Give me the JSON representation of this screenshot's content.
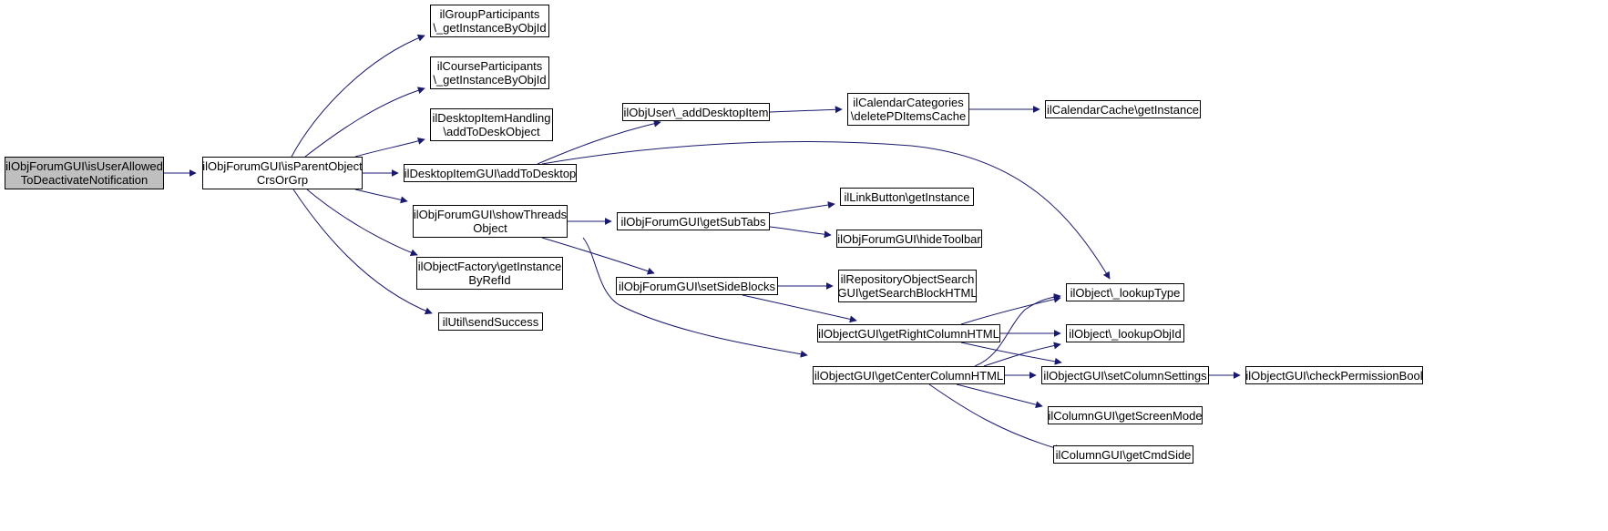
{
  "colors": {
    "edge": "#191970",
    "root_fill": "#bfbfbf",
    "node_fill": "#ffffff",
    "border": "#000000"
  },
  "nodes": [
    {
      "id": "n0",
      "lines": [
        "ilObjForumGUI\\isUserAllowed",
        "ToDeactivateNotification"
      ],
      "root": true
    },
    {
      "id": "n1",
      "lines": [
        "ilObjForumGUI\\isParentObject",
        "CrsOrGrp"
      ]
    },
    {
      "id": "n2",
      "lines": [
        "ilGroupParticipants",
        "\\_getInstanceByObjId"
      ]
    },
    {
      "id": "n3",
      "lines": [
        "ilCourseParticipants",
        "\\_getInstanceByObjId"
      ]
    },
    {
      "id": "n4",
      "lines": [
        "ilDesktopItemHandling",
        "\\addToDeskObject"
      ]
    },
    {
      "id": "n5",
      "lines": [
        "ilDesktopItemGUI\\addToDesktop"
      ]
    },
    {
      "id": "n6",
      "lines": [
        "ilObjForumGUI\\showThreads",
        "Object"
      ]
    },
    {
      "id": "n7",
      "lines": [
        "ilObjectFactory\\getInstance",
        "ByRefId"
      ]
    },
    {
      "id": "n8",
      "lines": [
        "ilUtil\\sendSuccess"
      ]
    },
    {
      "id": "n9",
      "lines": [
        "ilObjUser\\_addDesktopItem"
      ]
    },
    {
      "id": "n10",
      "lines": [
        "ilCalendarCategories",
        "\\deletePDItemsCache"
      ]
    },
    {
      "id": "n11",
      "lines": [
        "ilCalendarCache\\getInstance"
      ]
    },
    {
      "id": "n12",
      "lines": [
        "ilObject\\_lookupType"
      ]
    },
    {
      "id": "n13",
      "lines": [
        "ilObjForumGUI\\getSubTabs"
      ]
    },
    {
      "id": "n14",
      "lines": [
        "ilLinkButton\\getInstance"
      ]
    },
    {
      "id": "n15",
      "lines": [
        "ilObjForumGUI\\hideToolbar"
      ]
    },
    {
      "id": "n16",
      "lines": [
        "ilObjForumGUI\\setSideBlocks"
      ]
    },
    {
      "id": "n17",
      "lines": [
        "ilRepositoryObjectSearch",
        "GUI\\getSearchBlockHTML"
      ]
    },
    {
      "id": "n18",
      "lines": [
        "ilObjectGUI\\getRightColumnHTML"
      ]
    },
    {
      "id": "n19",
      "lines": [
        "ilObjectGUI\\getCenterColumnHTML"
      ]
    },
    {
      "id": "n20",
      "lines": [
        "ilObject\\_lookupObjId"
      ]
    },
    {
      "id": "n21",
      "lines": [
        "ilObjectGUI\\setColumnSettings"
      ]
    },
    {
      "id": "n22",
      "lines": [
        "ilObjectGUI\\checkPermissionBool"
      ]
    },
    {
      "id": "n23",
      "lines": [
        "ilColumnGUI\\getScreenMode"
      ]
    },
    {
      "id": "n24",
      "lines": [
        "ilColumnGUI\\getCmdSide"
      ]
    }
  ],
  "edges": [
    {
      "from": "n0",
      "to": "n1"
    },
    {
      "from": "n1",
      "to": "n2"
    },
    {
      "from": "n1",
      "to": "n3"
    },
    {
      "from": "n1",
      "to": "n4"
    },
    {
      "from": "n1",
      "to": "n5"
    },
    {
      "from": "n1",
      "to": "n6"
    },
    {
      "from": "n1",
      "to": "n7"
    },
    {
      "from": "n1",
      "to": "n8"
    },
    {
      "from": "n5",
      "to": "n9"
    },
    {
      "from": "n5",
      "to": "n12"
    },
    {
      "from": "n9",
      "to": "n10"
    },
    {
      "from": "n10",
      "to": "n11"
    },
    {
      "from": "n6",
      "to": "n13"
    },
    {
      "from": "n6",
      "to": "n16"
    },
    {
      "from": "n6",
      "to": "n19"
    },
    {
      "from": "n13",
      "to": "n14"
    },
    {
      "from": "n13",
      "to": "n15"
    },
    {
      "from": "n16",
      "to": "n17"
    },
    {
      "from": "n16",
      "to": "n18"
    },
    {
      "from": "n18",
      "to": "n12"
    },
    {
      "from": "n18",
      "to": "n20"
    },
    {
      "from": "n18",
      "to": "n21"
    },
    {
      "from": "n19",
      "to": "n12"
    },
    {
      "from": "n19",
      "to": "n20"
    },
    {
      "from": "n19",
      "to": "n21"
    },
    {
      "from": "n19",
      "to": "n23"
    },
    {
      "from": "n19",
      "to": "n24"
    },
    {
      "from": "n21",
      "to": "n22"
    }
  ]
}
